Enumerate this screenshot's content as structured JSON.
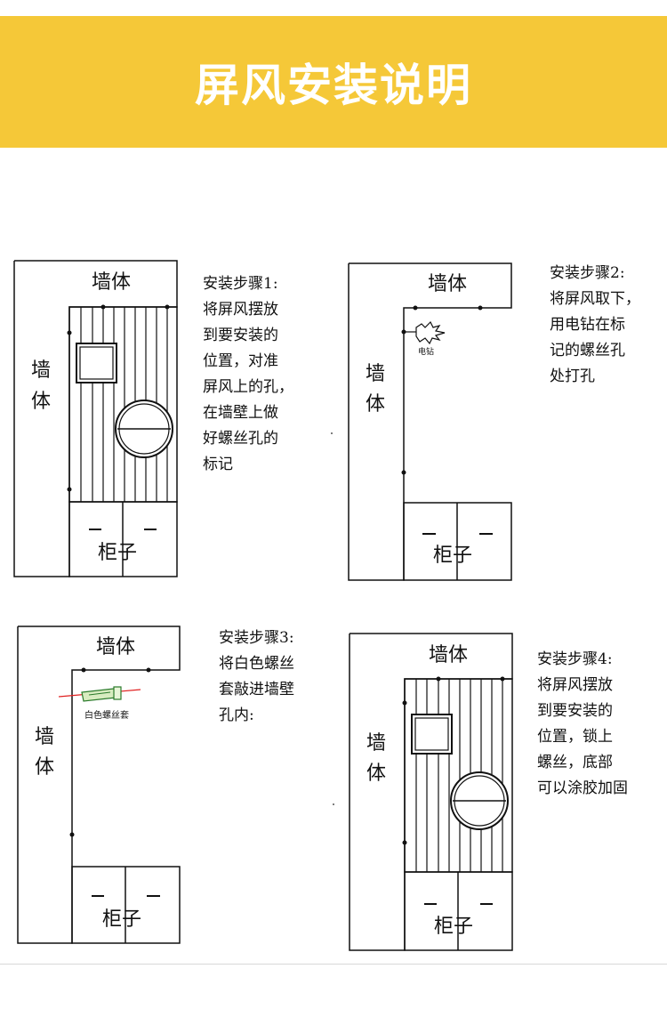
{
  "banner": {
    "title": "屏风安装说明",
    "color": "#f5c838"
  },
  "labels": {
    "wall": "墙体",
    "cabinet": "柜子",
    "drill": "电钻",
    "anchor": "白色螺丝套"
  },
  "steps": [
    {
      "text": "安装步骤1:\n将屏风摆放\n到要安装的\n位置，对准\n屏风上的孔，\n在墙壁上做\n好螺丝孔的\n标记"
    },
    {
      "text": "安装步骤2:\n将屏风取下，\n用电钻在标\n记的螺丝孔\n处打孔"
    },
    {
      "text": "安装步骤3:\n将白色螺丝\n套敲进墙壁\n孔内:"
    },
    {
      "text": "安装步骤4:\n将屏风摆放\n到要安装的\n位置，锁上\n螺丝，底部\n可以涂胶加固"
    }
  ]
}
